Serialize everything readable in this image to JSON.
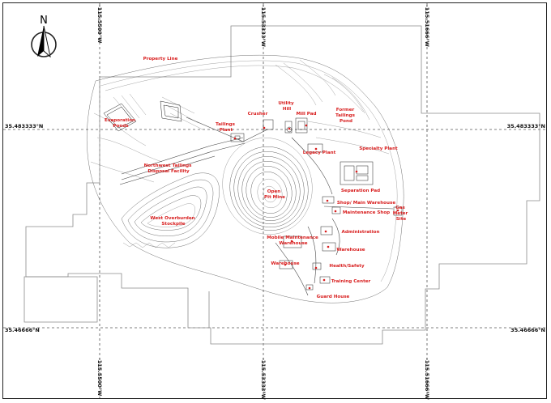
{
  "north_arrow": {
    "letter": "N"
  },
  "coordinates": {
    "top_left_lon": "-115.5500°W",
    "top_mid_lon": "-115.53333°W",
    "top_right_lon": "-115.51666°W",
    "bottom_left_lon": "-115.5500°W",
    "bottom_mid_lon": "-115.53333°W",
    "bottom_right_lon": "-115.51666°W",
    "left_upper_lat": "35.483333°N",
    "right_upper_lat": "35.483333°N",
    "left_lower_lat": "35.46666°N",
    "right_lower_lat": "35.46666°N"
  },
  "labels": {
    "property_line": "Property Line",
    "evaporation": [
      "Evaporation",
      "Ponds"
    ],
    "crusher": "Crusher",
    "utility_hill": [
      "Utility",
      "Hill"
    ],
    "mill_pad": "Mill Pad",
    "former_tailings": [
      "Former",
      "Tailings",
      "Pond"
    ],
    "tailings_plant": [
      "Tailings",
      "Plant"
    ],
    "legacy_plant": "Legacy Plant",
    "specialty_plant": "Specialty Plant",
    "northwest_tailings": [
      "Northwest Tailings",
      "Disposal Facility"
    ],
    "separation_pad": "Separation Pad",
    "open_pit": [
      "Open",
      "Pit Mine"
    ],
    "shop_warehouse": "Shop/ Main Warehouse",
    "gas_meter": [
      "Gas",
      "Meter",
      "Site"
    ],
    "maintenance_shop": "Maintenance Shop",
    "west_overburden": [
      "West Overburden",
      "Stockpile"
    ],
    "administration": "Administration",
    "mobile_maintenance": [
      "Mobile Maintenance",
      "Warehouse"
    ],
    "warehouse": "Warehouse",
    "warehouse2": "Warehouse",
    "health_safety": "Health/Safety",
    "training_center": "Training Center",
    "guard_house": "Guard House"
  },
  "colors": {
    "label": "#d81e1e",
    "property_line": "#8a8a8a"
  }
}
